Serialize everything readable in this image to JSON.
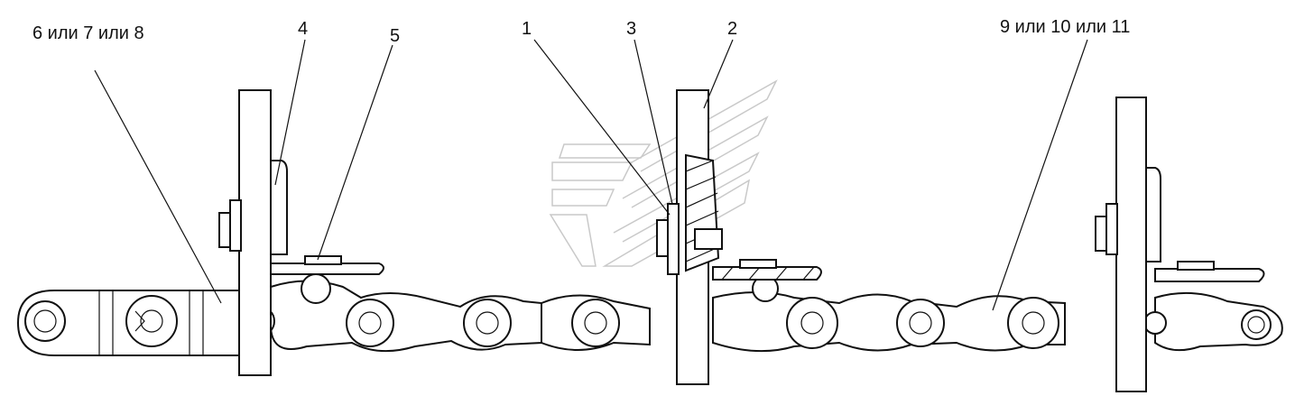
{
  "callouts": {
    "label_6_7_8": "6 или 7 или 8",
    "label_4": "4",
    "label_5": "5",
    "label_1": "1",
    "label_3": "3",
    "label_2": "2",
    "label_9_10_11": "9 или 10 или 11"
  },
  "colors": {
    "line": "#111111",
    "watermark": "#c9c9c9",
    "background": "#ffffff"
  }
}
